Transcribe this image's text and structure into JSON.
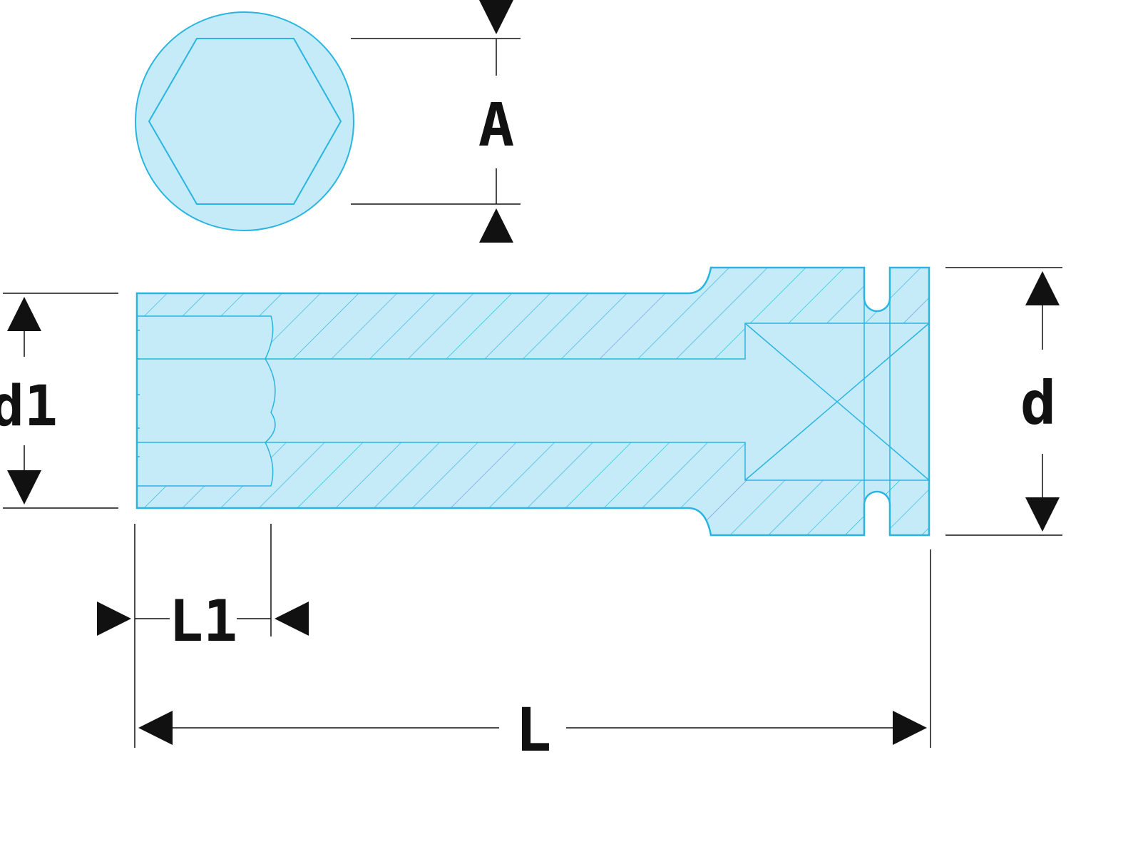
{
  "diagram": {
    "colors": {
      "fill": "#c5eaf8",
      "outline": "#29b5e0",
      "hatch": "#29b5e0",
      "dimension": "#111111"
    },
    "labels": {
      "across_flats": "A",
      "outer_diameter_front": "d1",
      "outer_diameter_drive": "d",
      "hex_depth": "L1",
      "total_length": "L"
    }
  }
}
